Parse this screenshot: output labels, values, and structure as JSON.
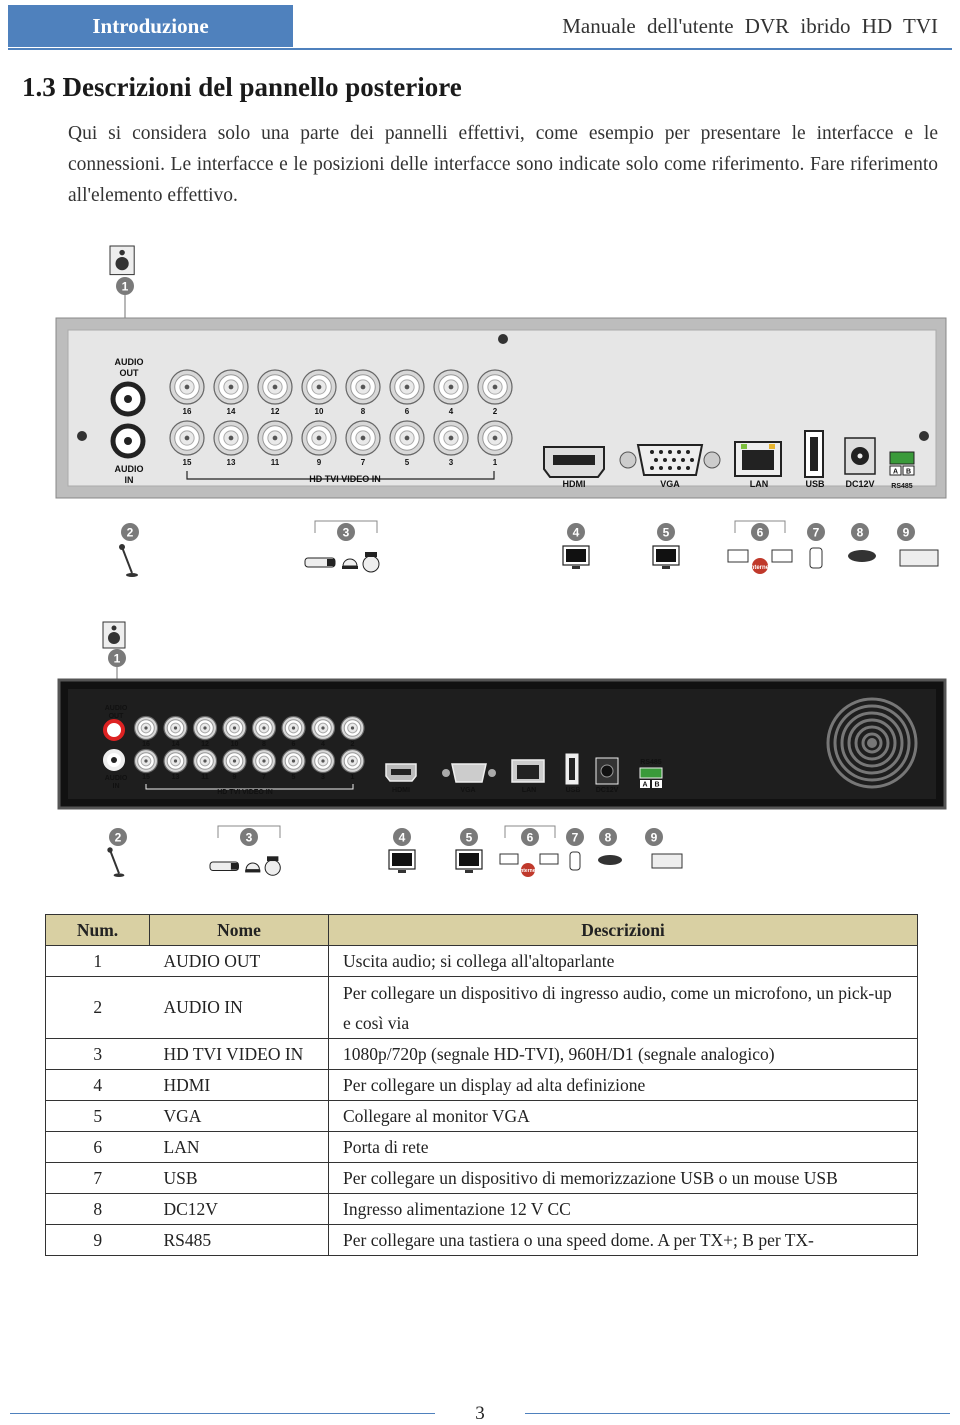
{
  "header": {
    "section": "Introduzione",
    "manual_title": "Manuale dell'utente DVR ibrido HD TVI"
  },
  "section_title": "1.3 Descrizioni del pannello posteriore",
  "intro": "Qui si considera solo una parte dei pannelli effettivi, come esempio per presentare le interfacce e le connessioni. Le interfacce e le posizioni delle interfacce sono indicate solo come riferimento. Fare riferimento all'elemento effettivo.",
  "panel_labels": {
    "audio_out": [
      "AUDIO",
      "OUT"
    ],
    "audio_in": [
      "AUDIO",
      "IN"
    ],
    "video_in": "HD TVI VIDEO IN",
    "hdmi": "HDMI",
    "vga": "VGA",
    "lan": "LAN",
    "usb": "USB",
    "dc12v": "DC12V",
    "rs485": "RS485",
    "internet": "Internet",
    "top_row_channels": [
      "16",
      "14",
      "12",
      "10",
      "8",
      "6",
      "4",
      "2"
    ],
    "bottom_row_channels": [
      "15",
      "13",
      "11",
      "9",
      "7",
      "5",
      "3",
      "1"
    ],
    "callouts": [
      "1",
      "2",
      "3",
      "4",
      "5",
      "6",
      "7",
      "8",
      "9"
    ]
  },
  "table": {
    "headers": [
      "Num.",
      "Nome",
      "Descrizioni"
    ],
    "rows": [
      {
        "num": "1",
        "name": "AUDIO OUT",
        "desc": "Uscita audio; si collega all'altoparlante"
      },
      {
        "num": "2",
        "name": "AUDIO IN",
        "desc": "Per collegare un dispositivo di ingresso audio, come un microfono, un pick-up e così via"
      },
      {
        "num": "3",
        "name": "HD TVI VIDEO IN",
        "desc": "1080p/720p (segnale HD-TVI), 960H/D1 (segnale analogico)"
      },
      {
        "num": "4",
        "name": "HDMI",
        "desc": "Per collegare un display ad alta definizione"
      },
      {
        "num": "5",
        "name": "VGA",
        "desc": "Collegare al monitor VGA"
      },
      {
        "num": "6",
        "name": "LAN",
        "desc": "Porta di rete"
      },
      {
        "num": "7",
        "name": "USB",
        "desc": "Per collegare un dispositivo di memorizzazione USB o un mouse USB"
      },
      {
        "num": "8",
        "name": "DC12V",
        "desc": "Ingresso alimentazione 12 V CC"
      },
      {
        "num": "9",
        "name": "RS485",
        "desc": "Per collegare una tastiera o una speed dome. A per TX+; B per TX-"
      }
    ]
  },
  "page_number": "3",
  "colors": {
    "accent": "#4f81bd",
    "table_header": "#d9d0a3",
    "chassis_light": "#e4e4e4",
    "chassis_dark": "#1c1c1c",
    "callout": "#7a7a7a"
  }
}
